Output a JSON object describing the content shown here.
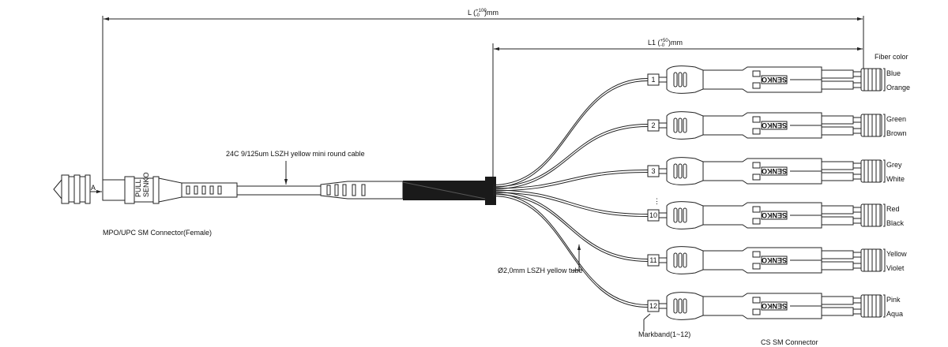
{
  "dimensions": {
    "overall_length": {
      "label": "L (",
      "tol_plus": "+100",
      "tol_minus": "-0",
      "unit": ")mm"
    },
    "breakout_length": {
      "label": "L1 (",
      "tol_plus": "+50",
      "tol_minus": "-0",
      "unit": ")mm"
    },
    "detail_ref": "A"
  },
  "labels": {
    "cable": "24C 9/125um LSZH yellow mini round cable",
    "mpo_connector": "MPO/UPC SM Connector(Female)",
    "tube": "Ø2,0mm  LSZH yellow tube",
    "markband": "Markband(1~12)",
    "cs_connector": "CS SM Connector",
    "fiber_color_header": "Fiber color",
    "mpo_marking": "SENKO",
    "mpo_pull": "PULL",
    "connector_brand": "SENKO"
  },
  "legs": [
    {
      "markband": "1",
      "colors": [
        "Blue",
        "Orange"
      ]
    },
    {
      "markband": "2",
      "colors": [
        "Green",
        "Brown"
      ]
    },
    {
      "markband": "3",
      "colors": [
        "Grey",
        "White"
      ]
    },
    {
      "markband": "10",
      "colors": [
        "Red",
        "Black"
      ]
    },
    {
      "markband": "11",
      "colors": [
        "Yellow",
        "Violet"
      ]
    },
    {
      "markband": "12",
      "colors": [
        "Pink",
        "Aqua"
      ]
    }
  ],
  "ellipsis": "⋮"
}
